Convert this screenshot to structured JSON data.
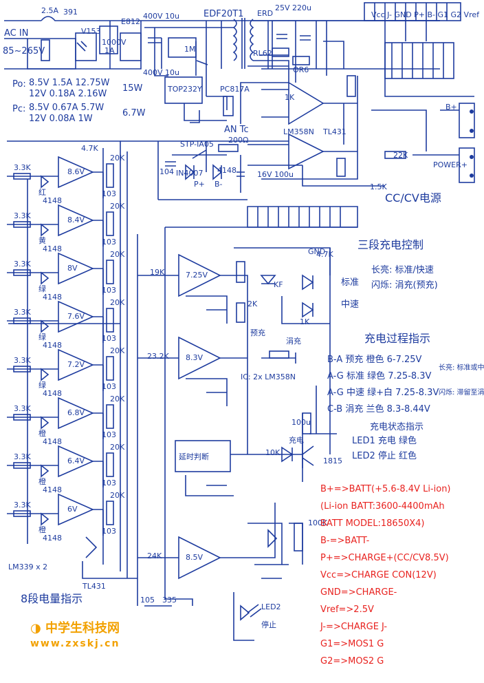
{
  "headings": {
    "cc_cv": "CC/CV电源",
    "three_stage": "三段充电控制",
    "process": "充电过程指示",
    "status": "充电状态指示",
    "level8": "8段电量指示"
  },
  "power_in": {
    "ac_in": "AC IN",
    "range": "85~265V",
    "fuse": "2.5A",
    "p1": "391",
    "bridge": "V153",
    "e812": "E812",
    "cap_1000": "1000V",
    "cap_1a": "1A",
    "c400": "400V 10u",
    "c400b": "400V 10u",
    "transformer": "EDF20T1",
    "ic_top": "TOP232Y",
    "ic_pc": "PC817A",
    "r1m": "1M",
    "erd": "ERD",
    "cap_25v": "25V 220u",
    "r_rl": "RL62",
    "r_or": "OR6"
  },
  "power_table": {
    "po_label": "Po:",
    "po_r1": "8.5V 1.5A 12.75W",
    "po_r2": "12V 0.18A 2.16W",
    "po_total": "15W",
    "pc_label": "Pc:",
    "pc_r1": "8.5V 0.67A 5.7W",
    "pc_r2": "12V 0.08A 1W",
    "pc_total": "6.7W"
  },
  "cc_section": {
    "lm358": "LM358N",
    "tl431": "TL431",
    "an_tc": "AN Tc",
    "stp": "STP-IA05",
    "r200": "200Ω",
    "in4007": "IN4007",
    "d4148": "4148",
    "pplus": "P+",
    "bminus": "B-",
    "c16v": "16V 100u",
    "c104": "104",
    "r1k": "1K",
    "r22k": "22K",
    "r15k": "1.5K",
    "bplus_conn": "B+",
    "power_conn": "POWER+"
  },
  "ladder": {
    "ic": "LM339 x 2",
    "tl431": "TL431",
    "resistor": "3.3K",
    "r47k": "4.7K",
    "r20k": "20K",
    "pot": "103",
    "diode": "4148",
    "thresholds": [
      "8.6V",
      "8.4V",
      "8V",
      "7.6V",
      "7.2V",
      "6.8V",
      "6.4V",
      "6V"
    ],
    "colors": [
      "红",
      "黄",
      "绿",
      "绿",
      "绿",
      "橙",
      "橙",
      "橙"
    ]
  },
  "ctrl": {
    "header_pins": "Vcc J- GND P+ B- G1 G2 Vref",
    "r47k": "4.7K",
    "r19k": "19K",
    "r232k": "23.2K",
    "r24k": "24K",
    "ref1": "7.25V",
    "ref2": "8.3V",
    "ref3": "8.5V",
    "lm358_note": "IC: 2x LM358N",
    "delay_box": "延时判断",
    "led1": "LED1",
    "led2": "LED2",
    "charge_led": "充电",
    "stop_led": "停止",
    "q1815": "1815",
    "r100k": "100K",
    "c100u": "100u",
    "c105": "105",
    "c335": "335",
    "r10k": "10K",
    "r1k": "1K",
    "r2k": "2K",
    "kf": "KF",
    "gnd": "GND",
    "trickle": "涓充",
    "precharge": "预充"
  },
  "legend": {
    "long_a": "长亮: 标准/快速",
    "flash_a": "闪烁: 涓充(预充)",
    "std": "标准",
    "fast": "中速",
    "b_a": "B-A 预充 橙色 6-7.25V",
    "a_gn": "A-G 标准 绿色 7.25-8.3V",
    "a_w": "A-G 中速 绿+白 7.25-8.3V",
    "c_b": "C-B 涓充 兰色 8.3-8.44V",
    "side1": "长亮: 标准或中速",
    "side2": "闪烁: 滞留至涓充",
    "led1": "LED1 充电 绿色",
    "led2": "LED2 停止 红色"
  },
  "pinout": [
    "B+=>BATT(+5.6-8.4V Li-ion)",
    "(Li-ion BATT:3600-4400mAh",
    "BATT MODEL:18650X4)",
    "B-=>BATT-",
    "P+=>CHARGE+(CC/CV8.5V)",
    "Vcc=>CHARGE CON(12V)",
    "GND=>CHARGE-",
    "Vref=>2.5V",
    "J-=>CHARGE J-",
    "G1=>MOS1 G",
    "G2=>MOS2 G"
  ],
  "logo": {
    "name": "中学生科技网",
    "url": "www.zxskj.cn"
  },
  "colors": {
    "ink": "#1d3b9e",
    "annotation": "#e8221f",
    "logo": "#f2a100"
  }
}
